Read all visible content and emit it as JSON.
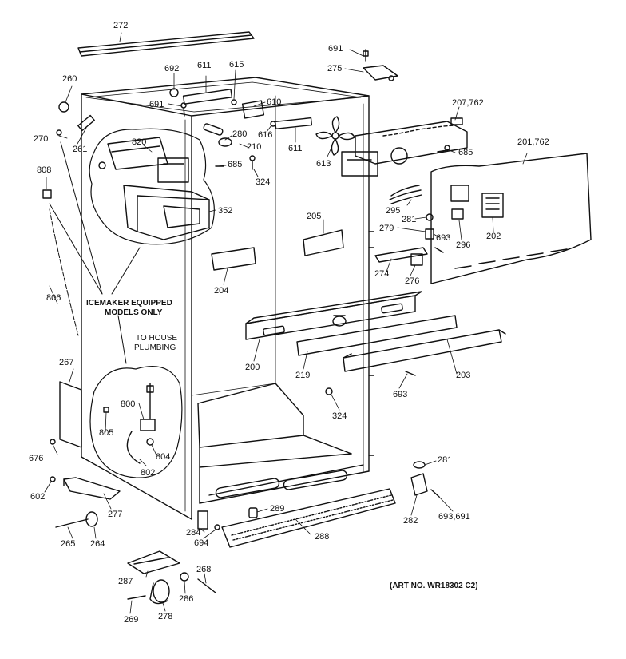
{
  "diagram": {
    "art_number": "(ART NO. WR18302 C2)",
    "notes": {
      "icemaker_line1": "ICEMAKER EQUIPPED",
      "icemaker_line2": "MODELS ONLY",
      "plumbing_line1": "TO HOUSE",
      "plumbing_line2": "PLUMBING"
    },
    "part_labels": {
      "p272": "272",
      "p691a": "691",
      "p275": "275",
      "p692": "692",
      "p611a": "611",
      "p615": "615",
      "p260": "260",
      "p691b": "691",
      "p610": "610",
      "p207": "207,762",
      "p270": "270",
      "p261": "261",
      "p820": "820",
      "p280": "280",
      "p210": "210",
      "p616": "616",
      "p611b": "611",
      "p613": "613",
      "p685a": "685",
      "p201": "201,762",
      "p808": "808",
      "p685b": "685",
      "p324a": "324",
      "p352": "352",
      "p295": "295",
      "p281a": "281",
      "p205": "205",
      "p279": "279",
      "p693a": "693",
      "p296": "296",
      "p202": "202",
      "p274": "274",
      "p276": "276",
      "p204": "204",
      "p806": "806",
      "p200": "200",
      "p219": "219",
      "p203": "203",
      "p267": "267",
      "p693b": "693",
      "p324b": "324",
      "p800": "800",
      "p805": "805",
      "p804": "804",
      "p802": "802",
      "p676": "676",
      "p281b": "281",
      "p602": "602",
      "p277": "277",
      "p289": "289",
      "p693c": "693,691",
      "p282": "282",
      "p284": "284",
      "p694": "694",
      "p265": "265",
      "p264": "264",
      "p288": "288",
      "p287": "287",
      "p268": "268",
      "p286": "286",
      "p269": "269",
      "p278": "278"
    }
  }
}
